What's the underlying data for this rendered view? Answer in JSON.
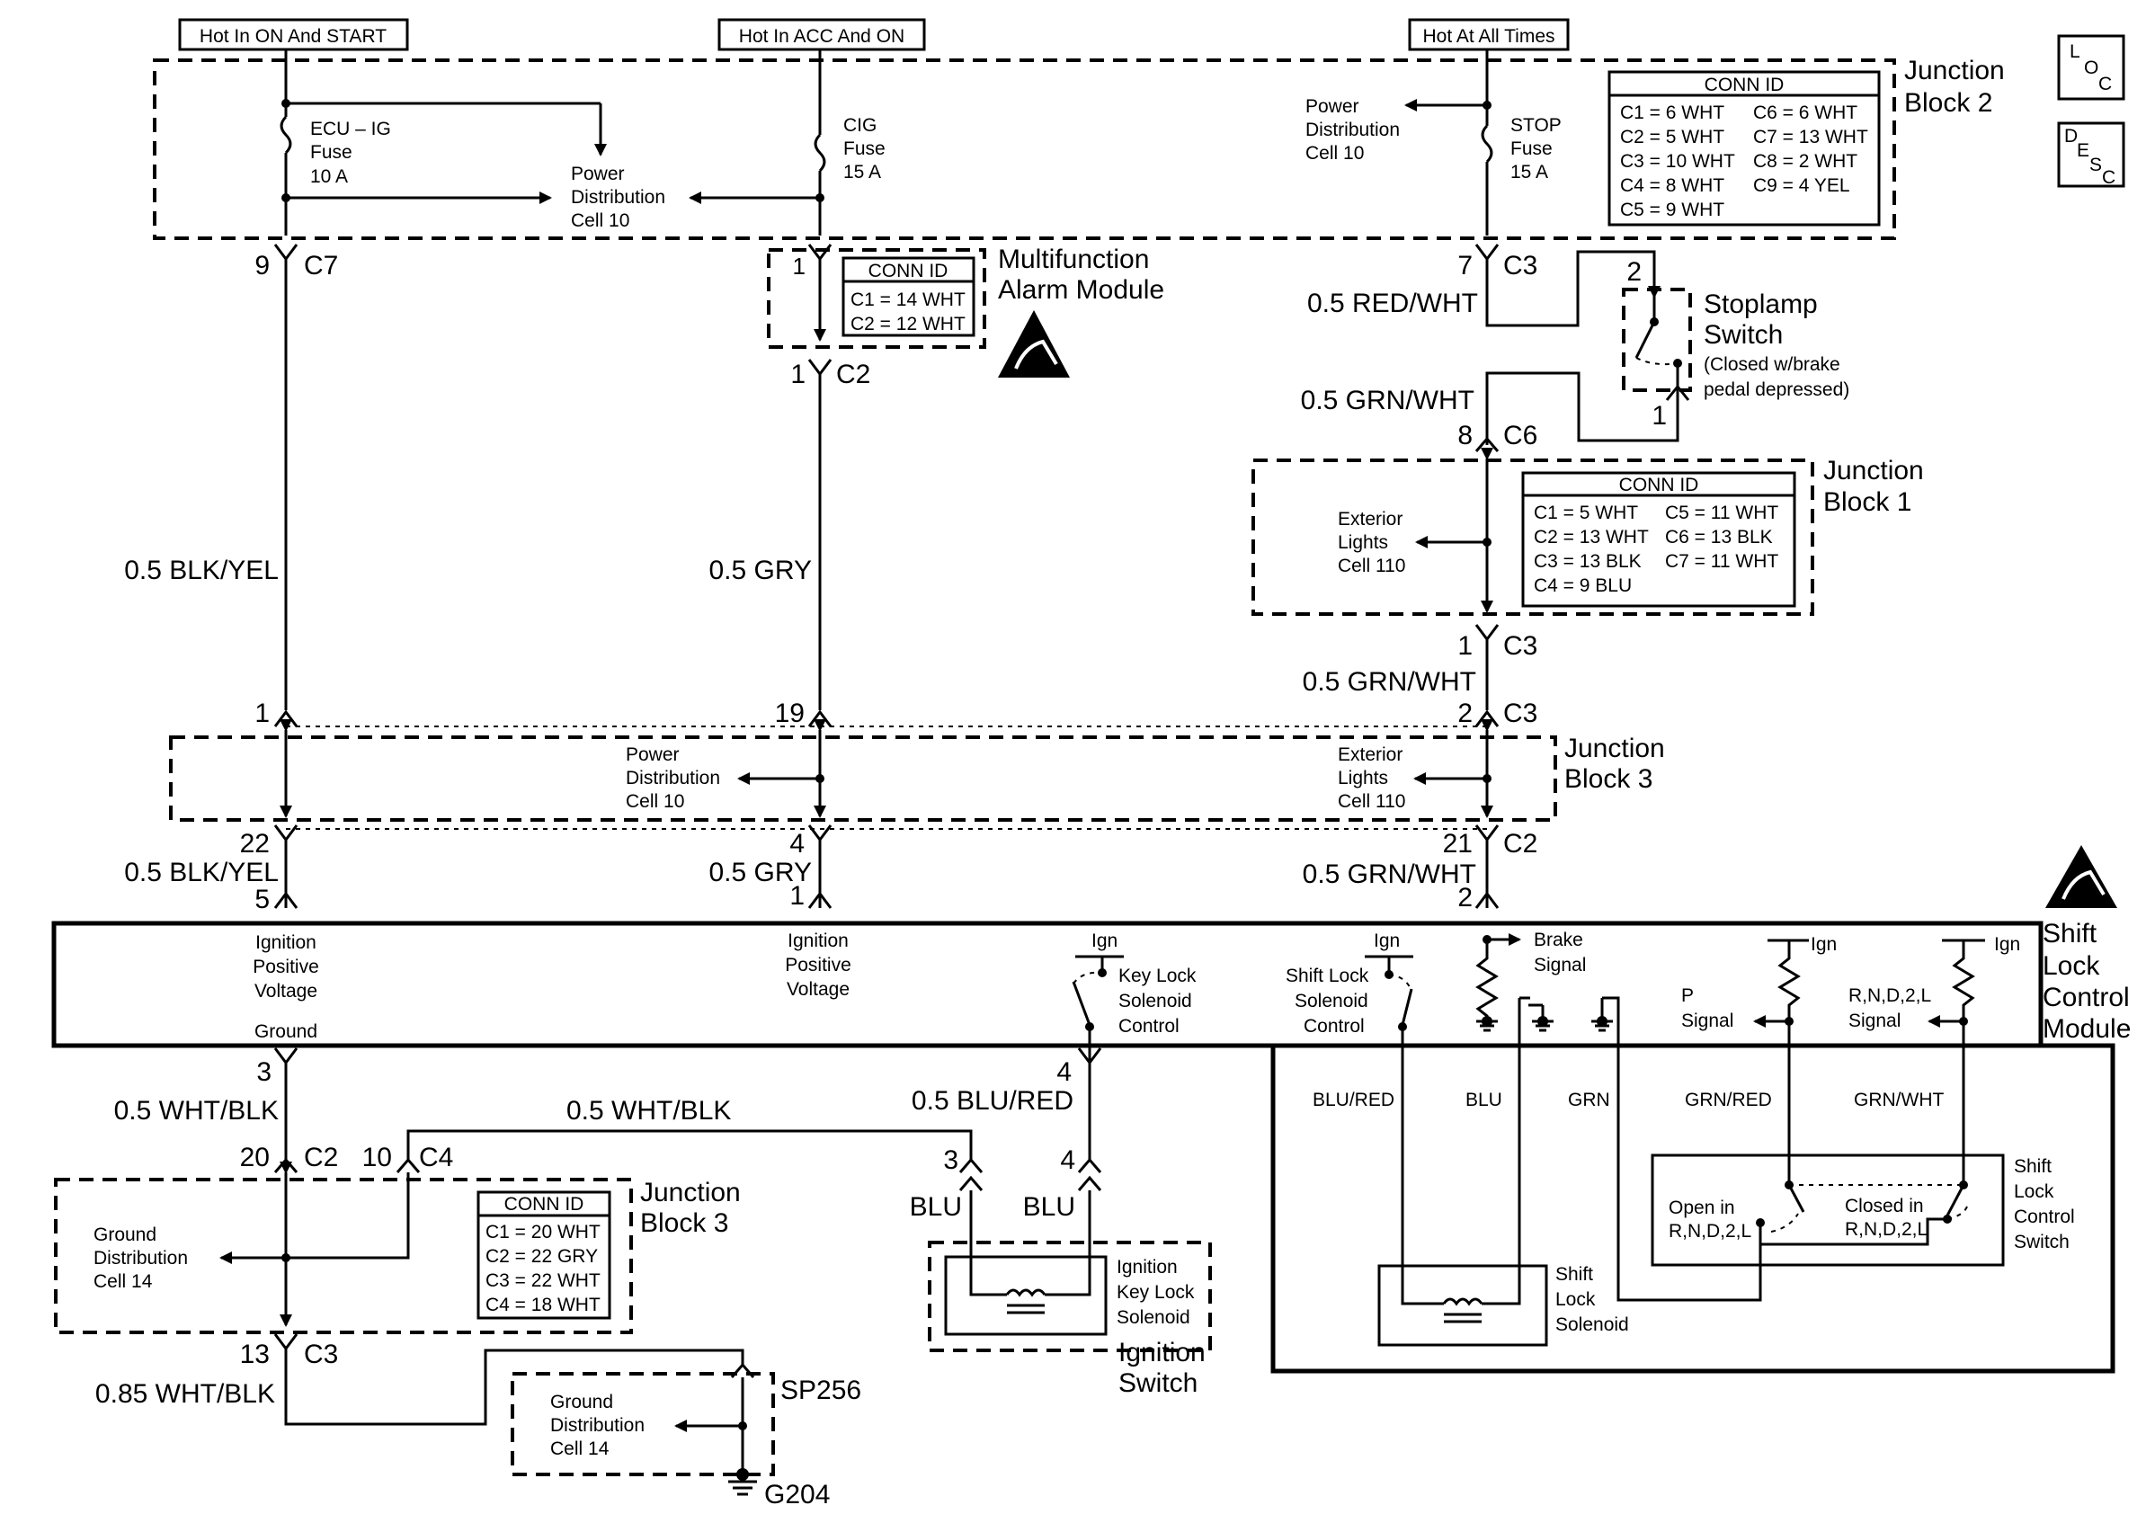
{
  "power_sources": {
    "ign_on_start": "Hot In ON And START",
    "acc_on": "Hot In ACC And ON",
    "all_times": "Hot At All Times"
  },
  "junction_block_2": {
    "title_l1": "Junction",
    "title_l2": "Block 2",
    "fuse_ecu": {
      "l1": "ECU – IG",
      "l2": "Fuse",
      "l3": "10 A"
    },
    "fuse_cig": {
      "l1": "CIG",
      "l2": "Fuse",
      "l3": "15 A"
    },
    "fuse_stop": {
      "l1": "STOP",
      "l2": "Fuse",
      "l3": "15 A"
    },
    "pdc_mid": {
      "l1": "Power",
      "l2": "Distribution",
      "l3": "Cell 10"
    },
    "pdc_right": {
      "l1": "Power",
      "l2": "Distribution",
      "l3": "Cell 10"
    },
    "conn": {
      "header": "CONN ID",
      "r1a": "C1 = 6 WHT",
      "r1b": "C6 = 6 WHT",
      "r2a": "C2 = 5 WHT",
      "r2b": "C7 = 13 WHT",
      "r3a": "C3 = 10 WHT",
      "r3b": "C8 = 2 WHT",
      "r4a": "C4 = 8 WHT",
      "r4b": "C9 = 4 YEL",
      "r5a": "C5 = 9 WHT"
    }
  },
  "loc_icon": {
    "l": "L",
    "o": "O",
    "c": "C"
  },
  "desc_icon": {
    "d": "D",
    "e": "E",
    "s": "S",
    "c": "C"
  },
  "multifunction_alarm": {
    "title_l1": "Multifunction",
    "title_l2": "Alarm Module",
    "pin_in": "1",
    "pin_out": "1",
    "conn_out": "C2",
    "conn": {
      "header": "CONN ID",
      "r1": "C1 = 14 WHT",
      "r2": "C2 = 12 WHT"
    }
  },
  "left_circuit": {
    "pin_top": "9",
    "conn_top": "C7",
    "wire": "0.5 BLK/YEL",
    "jb3_in": "1",
    "jb3_out": "22",
    "wire2": "0.5 BLK/YEL",
    "module_pin": "5"
  },
  "mid_circuit": {
    "wire": "0.5 GRY",
    "jb3_in": "19",
    "jb3_out": "4",
    "wire2": "0.5 GRY",
    "module_pin": "1"
  },
  "right_circuit": {
    "pin_top": "7",
    "conn_top": "C3",
    "wire_top": "0.5 RED/WHT",
    "stop_pin_in": "2",
    "stop_pin_out": "1",
    "wire_c6": "0.5 GRN/WHT",
    "pin_c6": "8",
    "conn_c6": "C6",
    "jb1_out_pin": "1",
    "jb1_out_conn": "C3",
    "wire_mid": "0.5 GRN/WHT",
    "jb3_in_pin": "2",
    "jb3_in_conn": "C3",
    "jb3_out_pin": "21",
    "jb3_out_conn": "C2",
    "wire2": "0.5 GRN/WHT",
    "module_pin": "2"
  },
  "stoplamp_switch": {
    "title_l1": "Stoplamp",
    "title_l2": "Switch",
    "note_l1": "(Closed w/brake",
    "note_l2": "pedal depressed)"
  },
  "junction_block_1": {
    "title_l1": "Junction",
    "title_l2": "Block 1",
    "ext": {
      "l1": "Exterior",
      "l2": "Lights",
      "l3": "Cell 110"
    },
    "conn": {
      "header": "CONN ID",
      "r1a": "C1 = 5 WHT",
      "r1b": "C5 = 11 WHT",
      "r2a": "C2 = 13 WHT",
      "r2b": "C6 = 13 BLK",
      "r3a": "C3 = 13 BLK",
      "r3b": "C7 = 11 WHT",
      "r4a": "C4 = 9 BLU"
    }
  },
  "junction_block_3_top": {
    "title_l1": "Junction",
    "title_l2": "Block 3",
    "pdc": {
      "l1": "Power",
      "l2": "Distribution",
      "l3": "Cell 10"
    },
    "ext": {
      "l1": "Exterior",
      "l2": "Lights",
      "l3": "Cell 110"
    }
  },
  "shift_lock_module": {
    "title_l1": "Shift",
    "title_l2": "Lock",
    "title_l3": "Control",
    "title_l4": "Module",
    "ign_pos_left": {
      "l1": "Ignition",
      "l2": "Positive",
      "l3": "Voltage"
    },
    "ground": "Ground",
    "ign_pos_mid": {
      "l1": "Ignition",
      "l2": "Positive",
      "l3": "Voltage"
    },
    "ign1": "Ign",
    "key_lock": {
      "l1": "Key Lock",
      "l2": "Solenoid",
      "l3": "Control"
    },
    "ign2": "Ign",
    "shift_lock": {
      "l1": "Shift Lock",
      "l2": "Solenoid",
      "l3": "Control"
    },
    "brake": {
      "l1": "Brake",
      "l2": "Signal"
    },
    "p_signal": {
      "l1": "P",
      "l2": "Signal"
    },
    "ign3": "Ign",
    "rnd_signal": {
      "l1": "R,N,D,2,L",
      "l2": "Signal"
    },
    "ign4": "Ign",
    "pin_ground": "3",
    "pin_key": "4"
  },
  "lower_left": {
    "wire_ground": "0.5 WHT/BLK",
    "wire_c4": "0.5 WHT/BLK",
    "wire_key": "0.5 BLU/RED",
    "pin_20": "20",
    "conn_c2": "C2",
    "pin_10": "10",
    "conn_c4": "C4",
    "pin_13": "13",
    "conn_c3": "C3",
    "wire_085": "0.85 WHT/BLK",
    "sp": "SP256",
    "ground": "G204"
  },
  "junction_block_3_bottom": {
    "title_l1": "Junction",
    "title_l2": "Block 3",
    "gdc": {
      "l1": "Ground",
      "l2": "Distribution",
      "l3": "Cell 14"
    },
    "conn": {
      "header": "CONN ID",
      "r1": "C1 = 20 WHT",
      "r2": "C2 = 22 GRY",
      "r3": "C3 = 22 WHT",
      "r4": "C4 = 18 WHT"
    }
  },
  "ground_box": {
    "l1": "Ground",
    "l2": "Distribution",
    "l3": "Cell 14"
  },
  "ignition_switch": {
    "title_l1": "Ignition",
    "title_l2": "Switch",
    "pin3": "3",
    "pin4": "4",
    "wire_a": "BLU",
    "wire_b": "BLU",
    "solenoid": {
      "l1": "Ignition",
      "l2": "Key Lock",
      "l3": "Solenoid"
    }
  },
  "shift_lock_assembly": {
    "wires": {
      "w1": "BLU/RED",
      "w2": "BLU",
      "w3": "GRN",
      "w4": "GRN/RED",
      "w5": "GRN/WHT"
    },
    "solenoid": {
      "l1": "Shift",
      "l2": "Lock",
      "l3": "Solenoid"
    },
    "switch_title": {
      "l1": "Shift",
      "l2": "Lock",
      "l3": "Control",
      "l4": "Switch"
    },
    "open": {
      "l1": "Open in",
      "l2": "R,N,D,2,L"
    },
    "closed": {
      "l1": "Closed in",
      "l2": "R,N,D,2,L"
    }
  }
}
